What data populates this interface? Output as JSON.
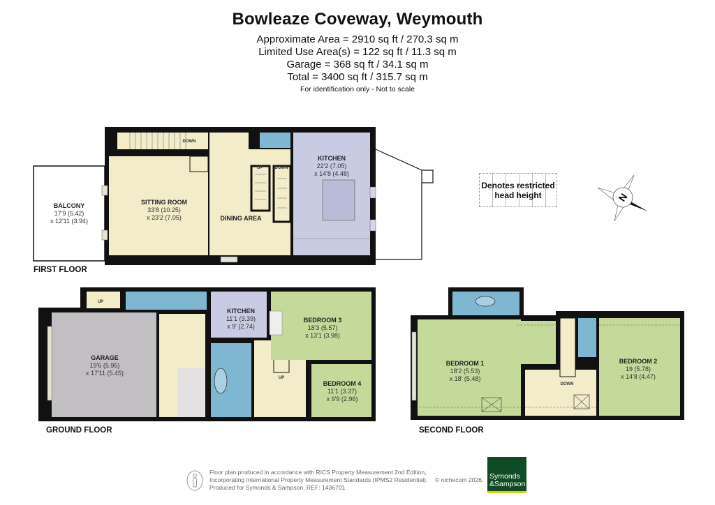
{
  "header": {
    "title": "Bowleaze Coveway, Weymouth",
    "areas": [
      "Approximate Area = 2910 sq ft / 270.3 sq m",
      "Limited Use Area(s) = 122 sq ft / 11.3 sq m",
      "Garage = 368 sq ft / 34.1 sq m",
      "Total = 3400 sq ft / 315.7 sq m"
    ],
    "note": "For identification only - Not to scale"
  },
  "legend": {
    "line1": "Denotes restricted",
    "line2": "head height"
  },
  "compass": {
    "label": "N"
  },
  "colors": {
    "cream": "#f3ecc8",
    "lavender": "#c9cbe3",
    "blue": "#7fb7d3",
    "green": "#c4d99a",
    "grey": "#c2bfc3",
    "wall": "#111111",
    "brand": "#0f4b24"
  },
  "floors": {
    "first": {
      "label": "FIRST FLOOR",
      "rooms": {
        "balcony": {
          "name": "BALCONY",
          "dim1": "17'9 (5.42)",
          "dim2": "x 12'11 (3.94)"
        },
        "sitting": {
          "name": "SITTING ROOM",
          "dim1": "33'8 (10.25)",
          "dim2": "x 23'2 (7.05)"
        },
        "dining": {
          "name": "DINING AREA"
        },
        "kitchen": {
          "name": "KITCHEN",
          "dim1": "22'2 (7.05)",
          "dim2": "x 14'8 (4.48)"
        }
      },
      "stair_labels": {
        "down_top": "DOWN",
        "up": "UP",
        "down": "DOWN"
      }
    },
    "ground": {
      "label": "GROUND FLOOR",
      "rooms": {
        "garage": {
          "name": "GARAGE",
          "dim1": "19'6 (5.95)",
          "dim2": "x 17'11 (5.45)"
        },
        "kitchen": {
          "name": "KITCHEN",
          "dim1": "11'1 (3.39)",
          "dim2": "x 9' (2.74)"
        },
        "bedroom3": {
          "name": "BEDROOM 3",
          "dim1": "18'3 (5.57)",
          "dim2": "x 13'1 (3.98)"
        },
        "bedroom4": {
          "name": "BEDROOM 4",
          "dim1": "11'1 (3.37)",
          "dim2": "x 9'9 (2.96)"
        }
      },
      "stair_labels": {
        "up_garage": "UP",
        "up": "UP"
      }
    },
    "second": {
      "label": "SECOND FLOOR",
      "rooms": {
        "bedroom1": {
          "name": "BEDROOM 1",
          "dim1": "18'2 (5.53)",
          "dim2": "x 18' (5.48)"
        },
        "bedroom2": {
          "name": "BEDROOM 2",
          "dim1": "19 (5.78)",
          "dim2": "x 14'8 (4.47)"
        }
      },
      "stair_labels": {
        "down": "DOWN"
      }
    }
  },
  "footer": {
    "lines": [
      "Floor plan produced in accordance with RICS Property Measurement 2nd Edition,",
      "Incorporating International Property Measurement Standards (IPMS2 Residential).",
      "Produced for Symonds & Sampson.   REF:  1436701"
    ],
    "copyright": "© nichecom 2026.",
    "brand_line1": "Symonds",
    "brand_line2": "&Sampson"
  }
}
